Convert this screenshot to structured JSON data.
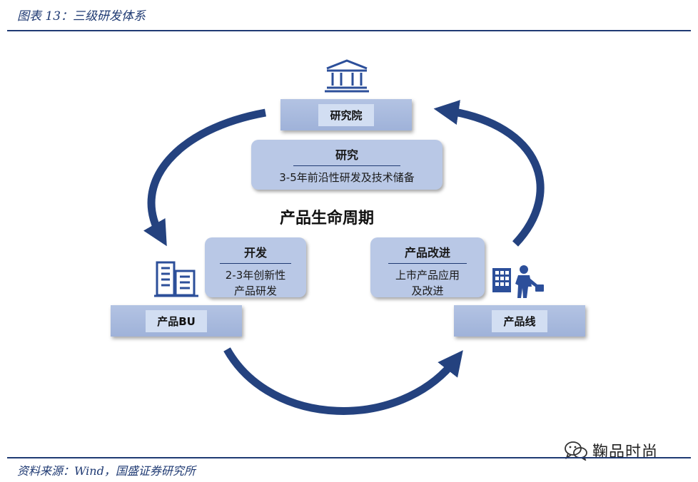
{
  "header": {
    "title": "图表 13：三级研发体系"
  },
  "footer": {
    "source": "资料来源：Wind，国盛证券研究所"
  },
  "watermark": {
    "text": "鞠品时尚"
  },
  "diagram": {
    "center": "产品生命周期",
    "nodes": {
      "institute": {
        "label": "研究院"
      },
      "bu": {
        "label": "产品BU"
      },
      "line": {
        "label": "产品线"
      }
    },
    "cards": {
      "research": {
        "title": "研究",
        "body": "3-5年前沿性研发及技术储备"
      },
      "develop": {
        "title": "开发",
        "body": "2-3年创新性\n产品研发"
      },
      "improve": {
        "title": "产品改进",
        "body": "上市产品应用\n及改进"
      }
    },
    "icons": {
      "institute": "institution-building-icon",
      "bu": "office-building-icon",
      "line": "businessman-icon"
    },
    "colors": {
      "accent": "#1f3a73",
      "arrow": "#24427f",
      "plate": "#a9bbe0",
      "card": "#b9c8e6"
    }
  }
}
